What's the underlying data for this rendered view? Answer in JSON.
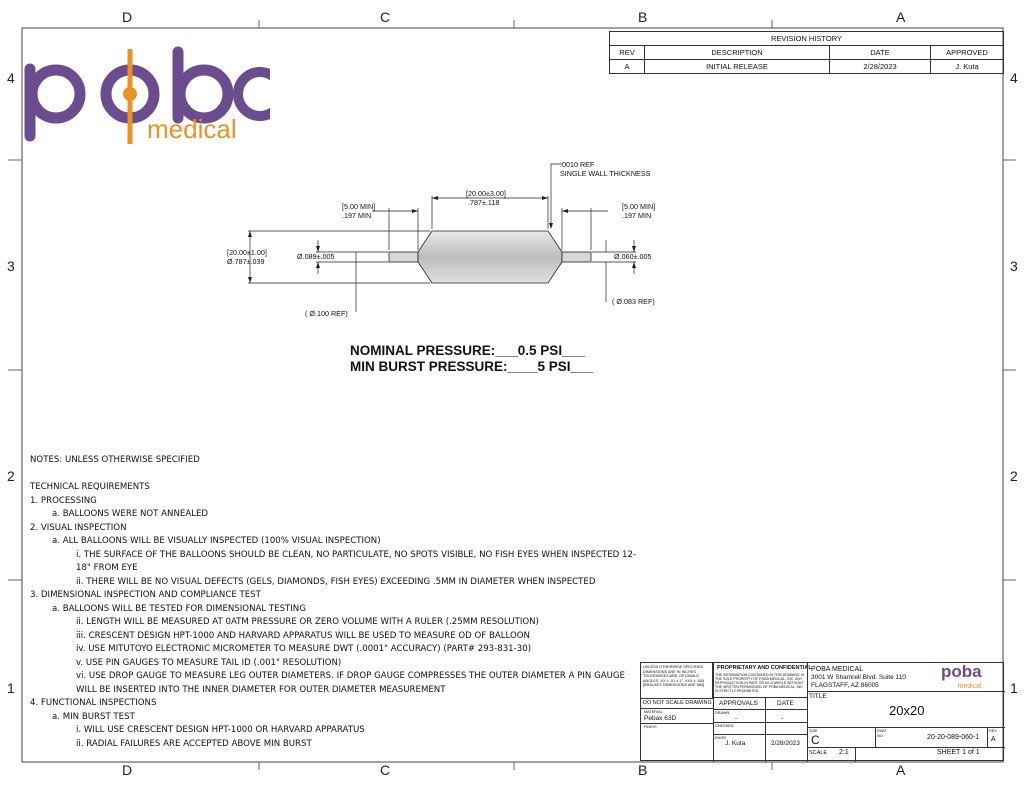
{
  "zones": {
    "top": [
      "D",
      "C",
      "B",
      "A"
    ],
    "bottom": [
      "D",
      "C",
      "B",
      "A"
    ],
    "left": [
      "4",
      "3",
      "2",
      "1"
    ],
    "right": [
      "4",
      "3",
      "2",
      "1"
    ]
  },
  "logo": {
    "word": "poba",
    "sub": "medical",
    "colors": {
      "purple": "#6b4c8f",
      "orange": "#e8922a"
    }
  },
  "revision": {
    "title": "REVISION HISTORY",
    "headers": [
      "REV",
      "DESCRIPTION",
      "DATE",
      "APPROVED"
    ],
    "rows": [
      [
        "A",
        "INITIAL RELEASE",
        "2/28/2023",
        "J. Kuta"
      ]
    ]
  },
  "drawing": {
    "wall_ref": ".0010 REF",
    "wall_note": "SINGLE WALL THICKNESS",
    "length_mm": "[20.00±3.00]",
    "length_in": ".787±.118",
    "left_leg_mm": "[5.00 MIN]",
    "left_leg_in": ".197 MIN",
    "right_leg_mm": "[5.00 MIN]",
    "right_leg_in": ".197 MIN",
    "od_mm": "[20.00±1.00]",
    "od_in": "Ø.787±.039",
    "left_id": "Ø.089±.005",
    "right_id": "Ø.060±.005",
    "left_od_ref": "( Ø.100 REF)",
    "right_od_ref": "( Ø.083 REF)"
  },
  "pressure": {
    "nominal": "NOMINAL PRESSURE:___0.5 PSI___",
    "burst": "MIN BURST PRESSURE:____5 PSI___"
  },
  "notes": [
    "NOTES: UNLESS OTHERWISE SPECIFIED",
    "",
    "TECHNICAL REQUIREMENTS",
    "1. PROCESSING",
    "a. BALLOONS WERE NOT ANNEALED",
    "2. VISUAL INSPECTION",
    "a. ALL BALLOONS WILL BE VISUALLY INSPECTED (100% VISUAL INSPECTION)",
    "i. THE SURFACE OF THE BALLOONS SHOULD BE CLEAN, NO PARTICULATE, NO SPOTS VISIBLE, NO FISH EYES WHEN INSPECTED 12-",
    "18\" FROM EYE",
    "ii. THERE WILL BE NO VISUAL DEFECTS (GELS, DIAMONDS, FISH EYES) EXCEEDING .5MM IN DIAMETER WHEN INSPECTED",
    "3. DIMENSIONAL INSPECTION AND COMPLIANCE TEST",
    "a. BALLOONS WILL BE TESTED FOR DIMENSIONAL TESTING",
    "ii. LENGTH WILL BE MEASURED AT 0ATM PRESSURE OR ZERO VOLUME WITH A RULER (.25MM RESOLUTION)",
    "iii. CRESCENT DESIGN HPT-1000 AND HARVARD APPARATUS WILL BE USED TO MEASURE OD OF BALLOON",
    "iv. USE MITUTOYO ELECTRONIC MICROMETER TO MEASURE DWT (.0001\" ACCURACY) (PART# 293-831-30)",
    "v. USE PIN GAUGES TO MEASURE TAIL ID (.001\" RESOLUTION)",
    "vi. USE DROP GAUGE TO MEASURE LEG OUTER DIAMETERS. IF DROP GAUGE COMPRESSES THE OUTER DIAMETER A PIN GAUGE",
    "WILL BE INSERTED INTO THE INNER DIAMETER FOR OUTER DIAMETER MEASUREMENT",
    "4. FUNCTIONAL INSPECTIONS",
    "a. MIN BURST TEST",
    "i. WILL USE CRESCENT DESIGN HPT-1000 OR HARVARD APPARATUS",
    "ii. RADIAL FAILURES ARE ACCEPTED ABOVE MIN BURST"
  ],
  "title_block": {
    "tolerance_note": "UNLESS OTHERWISE SPECIFIED DIMENSIONS ARE IN INCHES TOLERANCES ARE: DECIMALS ANGLES .XX ± .01 ± 1° .XXX ± .005 [BRACKET DIMENSIONS ARE MM]",
    "do_not_scale": "DO NOT SCALE DRAWING",
    "material_label": "MATERIAL",
    "material": "Pebax 63D",
    "finish_label": "FINISH",
    "proprietary_title": "PROPRIETARY AND CONFIDENTIAL",
    "proprietary_text": "THE INFORMATION CONTAINED IN THIS DRAWING IS THE SOLE PROPERTY OF POBA MEDICAL, INC. ANY REPRODUCTION IN PART OR AS A WHOLE WITHOUT THE WRITTEN PERMISSION OF POBA MEDICAL, INC. IS STRICTLY PROHIBITED.",
    "approvals": "APPROVALS",
    "date": "DATE",
    "drawn": "DRAWN",
    "drawn_val": "-",
    "drawn_date": "-",
    "checked": "CHECKED",
    "engr": "ENGR",
    "engr_val": "J. Kuta",
    "engr_date": "2/28/2023",
    "company": "POBA MEDICAL",
    "address1": "3001 W Shamrell Blvd. Suite 110",
    "address2": "FLAGSTAFF, AZ 86005",
    "title_label": "TITLE",
    "title": "20x20",
    "size_label": "SIZE",
    "size": "C",
    "dwg_label": "DWG NO.",
    "dwg": "20-20-089-060-1",
    "rev_label": "REV",
    "rev": "A",
    "scale_label": "SCALE",
    "scale": "2:1",
    "sheet": "SHEET 1 of 1"
  }
}
